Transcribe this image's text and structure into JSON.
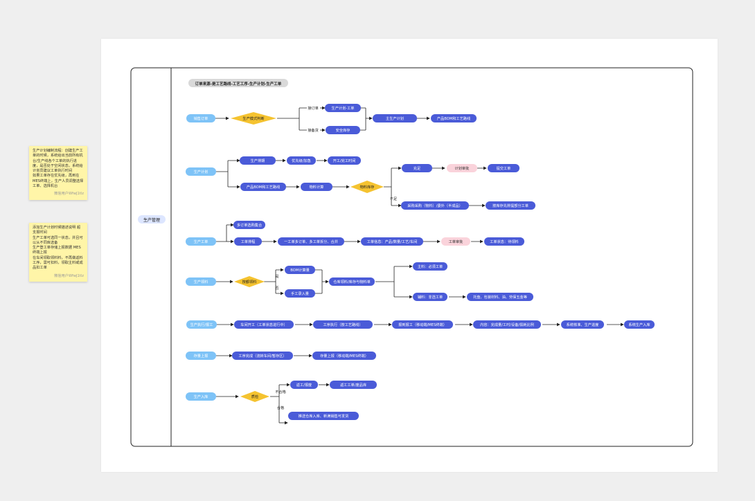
{
  "colors": {
    "blue": "#4a5bd8",
    "light_blue": "#7ec3f7",
    "gold": "#f5c330",
    "pink": "#fad3db",
    "gray_tag": "#d9d9d9",
    "line": "#222222"
  },
  "notes": [
    {
      "text": "生产计划编制流程：创建生产工单的时候，系统给出当前所有机台/生产线各个工单的执行进度，是否处于空闲状态，系统给计划员建议工单执行时间\n如果工单存在优先级，再到在MES终端上，生产人员调整选择工单、选择机台",
      "author": "微信用户WfwJ1tlz"
    },
    {
      "text": "添加生产计划时候描述说明 超支报时间\n生产工单可选同一状态，并且可以从不同库选备\n生产登工单存储上报数据 MES终端上报\n在车间领取领料料，不再做返料工序，需可扣料，领取主料或成品扣工单",
      "author": "微信用户WfwJ1tlz"
    }
  ],
  "lane_title": "生产管理",
  "header": "订单来源-是工艺路线-工艺工序-生产计划-生产工单",
  "nodes": {
    "so": "销售订单",
    "mode": "生产模式判断",
    "mto": "接订单",
    "mts": "接备货",
    "plan_wo": "生产计划-工单",
    "safe": "安全库存",
    "master": "主生产计划",
    "bom_route": "产品BOM和工艺路线",
    "pp": "生产计划",
    "sched": "生产排期",
    "prio": "优先级/加急",
    "start_time": "开工/完工时间",
    "bom2": "产品BOM和工艺路线",
    "mat_calc": "物料计算",
    "stock": "物料库存",
    "enough": "充足",
    "plan_review": "计划审批",
    "issue_wo": "提交工单",
    "short_lbl": "不足",
    "purchase": "采购采购（物料）/委外（半成品）",
    "split": "按库存先排提部分工单",
    "wo": "生产工单",
    "multi": "多订单选购集合",
    "wo_sched": "工单排程",
    "one_multi": "一工单多订单、多工单拆分、合并",
    "wo_info": "工单信息：产品/数量/工艺/车间",
    "wo_approve": "工单审批",
    "wo_status": "工单状态：待领料",
    "mat": "生产领料",
    "pick": "按都领料",
    "bom_out": "BOM计算量",
    "manual": "手工录入量",
    "yes_lbl": "是",
    "no_lbl": "否",
    "mat_out": "仓库领料/库存与物料单",
    "main_mat": "主料：必须工单",
    "aux_mat": "辅料：非选工单",
    "aux_sub": "托盘、包装材料、油、劳保五金等",
    "exec": "生产执行/报工",
    "e1": "车间开工（工单状态进行中）",
    "e2": "工序执行（按工艺路线）",
    "e3": "报到报工（移动端/MES终端）",
    "e4": "内容：完成量/工时/设备/损耗比例",
    "e5": "系统核准、生产进度",
    "e6": "系统生产入库",
    "st": "存量上报",
    "st1": "工序完成（流转车间/暂存区）",
    "st2": "存量上报（移动端/MES终端）",
    "wh": "生产入库",
    "qc": "质检",
    "fail_lbl": "不合格",
    "pass_lbl": "合格",
    "rework": "返工/报废",
    "rework2": "返工工单/废品库",
    "pass_in": "推送仓库入库、新满销售可发货"
  }
}
